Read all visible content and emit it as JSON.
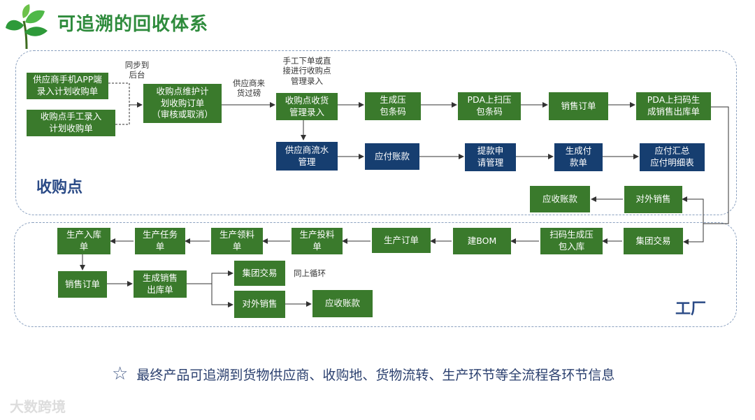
{
  "title": "可追溯的回收体系",
  "zones": {
    "top_label": "收购点",
    "bottom_label": "工厂"
  },
  "boxes": {
    "b1": [
      "供应商手机APP端",
      "录入计划收购单"
    ],
    "b2": [
      "收购点手工录入",
      "计划收购单"
    ],
    "b3": [
      "收购点维护计",
      "划收购订单",
      "（审核或取消）"
    ],
    "b4": [
      "收购点收货",
      "管理录入"
    ],
    "b5": [
      "生成压",
      "包条码"
    ],
    "b6": [
      "PDA上扫压",
      "包条码"
    ],
    "b7": [
      "销售订单"
    ],
    "b8": [
      "PDA上扫码生",
      "成销售出库单"
    ],
    "n1": [
      "供应商流水",
      "管理"
    ],
    "n2": [
      "应付账款"
    ],
    "n3": [
      "提款申",
      "请管理"
    ],
    "n4": [
      "生成付",
      "款单"
    ],
    "n5": [
      "应付汇总",
      "应付明细表"
    ],
    "r1": [
      "对外销售"
    ],
    "r2": [
      "应收账款"
    ],
    "f1": [
      "集团交易"
    ],
    "f2": [
      "扫码生成压",
      "包入库"
    ],
    "f3": [
      "建BOM"
    ],
    "f4": [
      "生产订单"
    ],
    "f5": [
      "生产投料",
      "单"
    ],
    "f6": [
      "生产领料",
      "单"
    ],
    "f7": [
      "生产任务",
      "单"
    ],
    "f8": [
      "生产入库",
      "单"
    ],
    "f9": [
      "销售订单"
    ],
    "f10": [
      "生成销售",
      "出库单"
    ],
    "f11": [
      "集团交易"
    ],
    "f12": [
      "对外销售"
    ],
    "f13": [
      "应收账款"
    ]
  },
  "notes": {
    "sync": [
      "同步到",
      "后台"
    ],
    "supplier_send": [
      "供应商来",
      "货过磅"
    ],
    "manual": [
      "手工下单或直",
      "接进行收购点",
      "管理录入"
    ],
    "cycle": [
      "同上循环"
    ]
  },
  "footer": "最终产品可追溯到货物供应商、收购地、货物流转、生产环节等全流程各环节信息",
  "watermark": "大数跨境",
  "colors": {
    "title": "#2e8b3c",
    "green_box": "#3a7a2c",
    "navy_box": "#163e70",
    "zone_border": "#8aa0bf"
  }
}
